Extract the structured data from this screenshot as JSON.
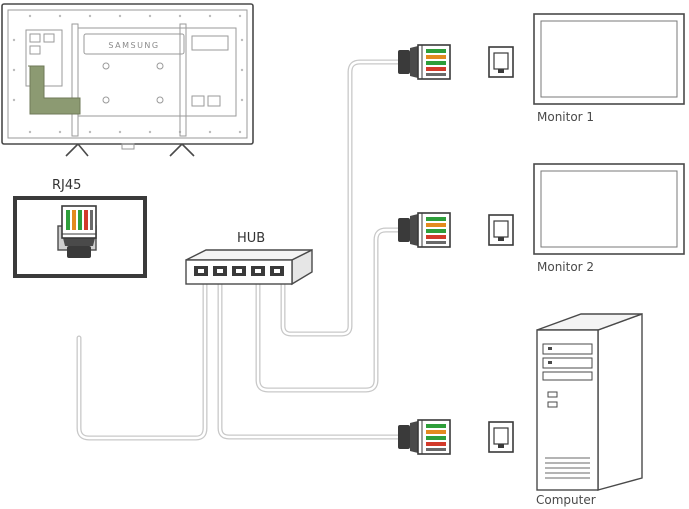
{
  "diagram": {
    "labels": {
      "rj45": "RJ45",
      "hub": "HUB",
      "monitor1": "Monitor 1",
      "monitor2": "Monitor 2",
      "computer": "Computer"
    },
    "display_brand": "SAMSUNG",
    "colors": {
      "outline": "#4a4a4a",
      "cable": "#c8c8c8",
      "highlight_path": "#8c9a72",
      "wire_green": "#2e9e3a",
      "wire_orange": "#e38a1e",
      "wire_red": "#d23a2a",
      "connector_dark": "#3a3a3a"
    }
  }
}
